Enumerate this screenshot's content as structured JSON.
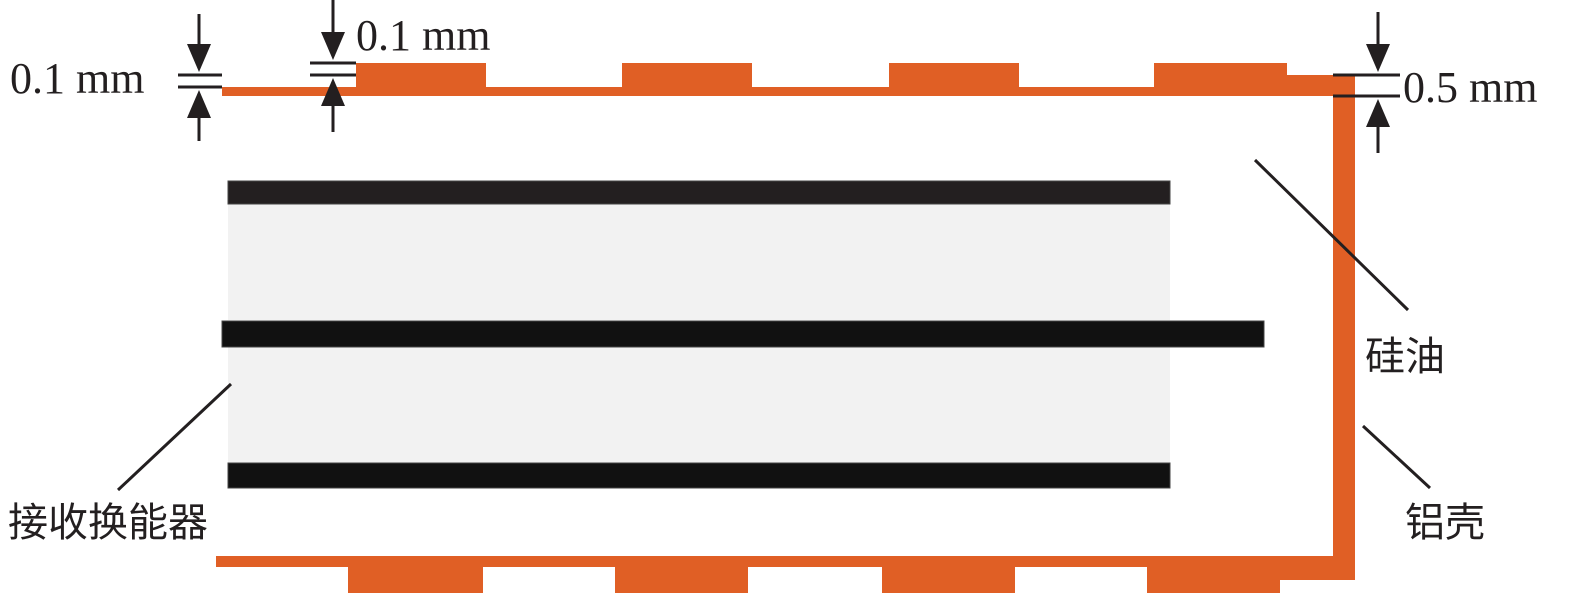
{
  "labels": {
    "dim_left": "0.1 mm",
    "dim_mid": "0.1 mm",
    "dim_right": "0.5 mm",
    "silicone_oil": "硅油",
    "aluminum_shell": "铝壳",
    "receiving_transducer": "接收换能器"
  },
  "colors": {
    "shell": "#e05f25",
    "plate": "#111111",
    "ceramic": "#f2f2f2",
    "ink": "#231f20"
  }
}
